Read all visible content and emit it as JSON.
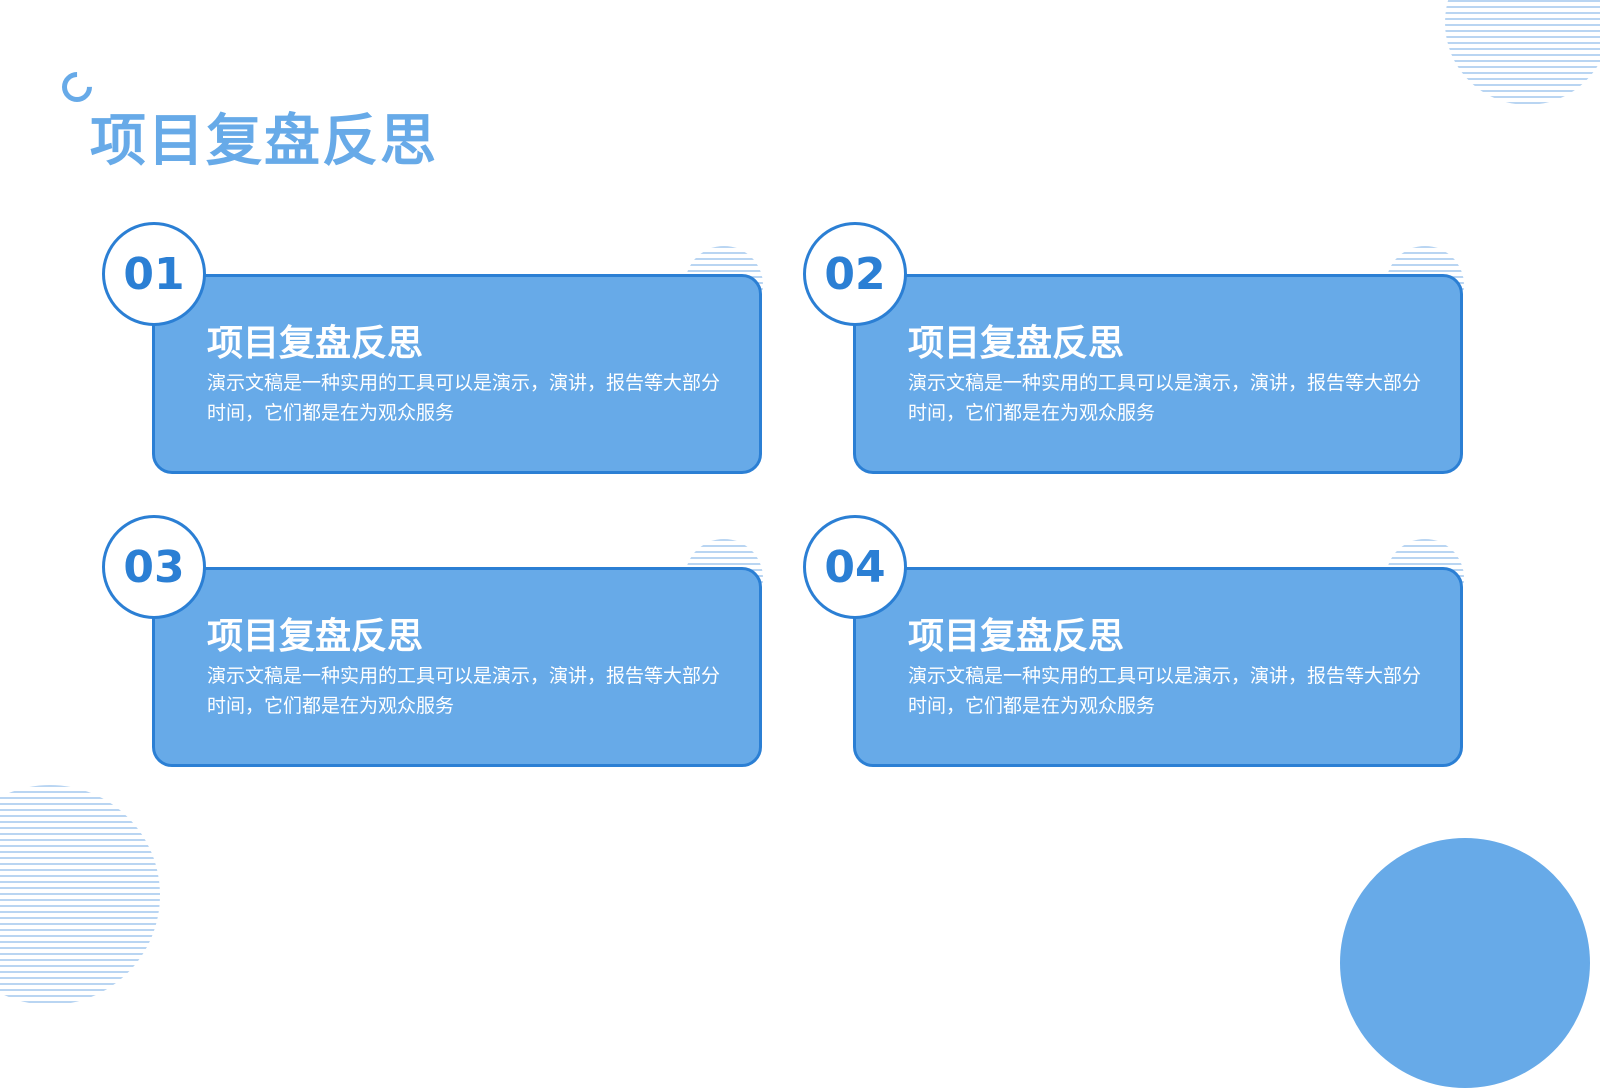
{
  "title": "项目复盘反思",
  "cards": [
    {
      "number": "01",
      "title": "项目复盘反思",
      "description": "演示文稿是一种实用的工具可以是演示，演讲，报告等大部分时间，它们都是在为观众服务"
    },
    {
      "number": "02",
      "title": "项目复盘反思",
      "description": "演示文稿是一种实用的工具可以是演示，演讲，报告等大部分时间，它们都是在为观众服务"
    },
    {
      "number": "03",
      "title": "项目复盘反思",
      "description": "演示文稿是一种实用的工具可以是演示，演讲，报告等大部分时间，它们都是在为观众服务"
    },
    {
      "number": "04",
      "title": "项目复盘反思",
      "description": "演示文稿是一种实用的工具可以是演示，演讲，报告等大部分时间，它们都是在为观众服务"
    }
  ],
  "colors": {
    "accent": "#67aae8",
    "border": "#2b7fd4",
    "stripe": "#b9d5f2",
    "background": "#ffffff"
  }
}
